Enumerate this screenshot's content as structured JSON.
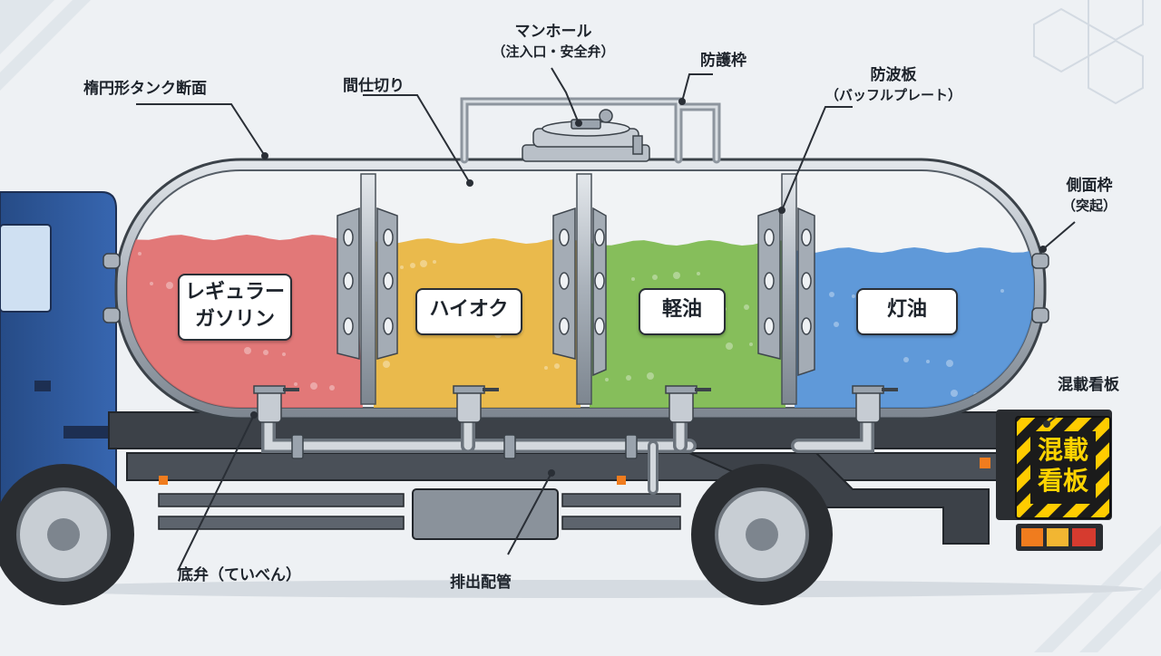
{
  "labels": {
    "ellipse_tank": "楕円形タンク断面",
    "manhole": "マンホール",
    "manhole_sub": "（注入口・安全弁）",
    "guard_frame": "防護枠",
    "partition": "間仕切り",
    "baffle": "防波板",
    "baffle_sub": "（バッフルプレート）",
    "side_frame": "側面枠",
    "side_frame_sub": "（突起）",
    "mixed_sign": "混載看板",
    "bottom_valve": "底弁（ていべん）",
    "discharge_pipe": "排出配管"
  },
  "compartments": [
    {
      "line1": "レギュラー",
      "line2": "ガソリン",
      "color": "#e06a6a"
    },
    {
      "line1": "ハイオク",
      "line2": "",
      "color": "#e9b43a"
    },
    {
      "line1": "軽油",
      "line2": "",
      "color": "#7ab84a"
    },
    {
      "line1": "灯油",
      "line2": "",
      "color": "#4f8fd6"
    }
  ],
  "sign_text": {
    "line1": "混載",
    "line2": "看板"
  },
  "colors": {
    "cab": "#2f5a9e",
    "chassis": "#3c4148",
    "steel": "#b9c0c8",
    "background": "#eef1f4"
  }
}
